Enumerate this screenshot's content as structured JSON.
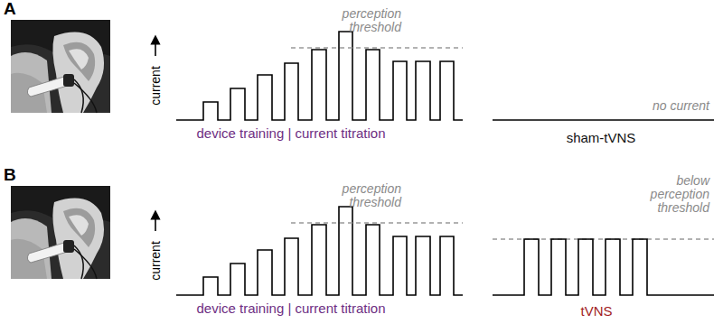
{
  "diagram": {
    "labels": [
      "A",
      "current",
      "perception threshold",
      "device training | current titration",
      "sham-tVNS",
      "no current",
      "B",
      "current",
      "perception threshold",
      "device training | current titration",
      "below perception threshold",
      "tVNS"
    ]
  }
}
